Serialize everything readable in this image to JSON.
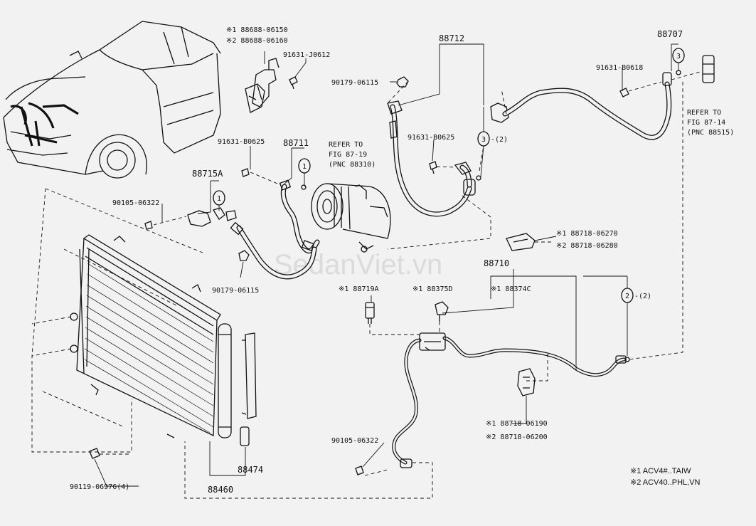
{
  "labels": {
    "p1_a": "※1 88688-06150",
    "p1_b": "※2 88688-06160",
    "p2": "91631-J0612",
    "p3": "88712",
    "p4": "88707",
    "p5": "90179-06115",
    "p6": "91631-B0618",
    "p7": "91631-B0625",
    "p8": "88711",
    "p9": "91631-B0625",
    "p10": "88715A",
    "p11": "90105-06322",
    "p12": "90179-06115",
    "p13_a": "※1 88718-06270",
    "p13_b": "※2 88718-06280",
    "p14": "88710",
    "p15": "※1 88719A",
    "p16": "※1 88375D",
    "p17": "※1 88374C",
    "p18_a": "※1 88718-06190",
    "p18_b": "※2 88718-06200",
    "p19": "90105-06322",
    "p20": "88474",
    "p21": "88460",
    "p22": "90119-06976(4)"
  },
  "refs": {
    "ref1": [
      "REFER TO",
      "FIG 87-19",
      "(PNC 88310)"
    ],
    "ref2": [
      "REFER TO",
      "FIG 87-14",
      "(PNC 88515)"
    ]
  },
  "callouts": {
    "c1": "1",
    "c2": "1",
    "c3": "3",
    "c4": "3",
    "c4_qty": "-(2)",
    "c5": "2",
    "c5_qty": "-(2)"
  },
  "legend": {
    "line1": "※1 ACV4#..TAIW",
    "line2": "※2 ACV40..PHL,VN"
  },
  "watermark": "SedanViet.vn"
}
